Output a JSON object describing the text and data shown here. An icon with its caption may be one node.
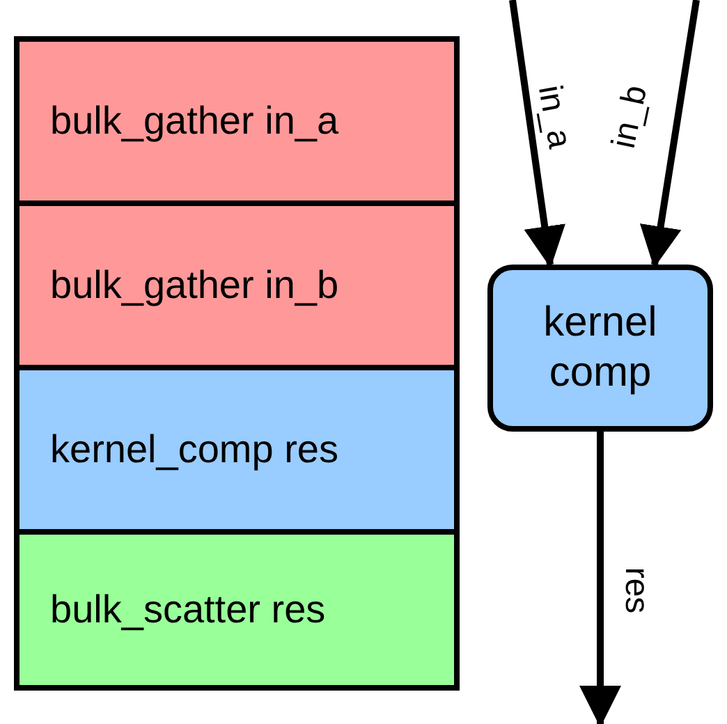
{
  "diagram": {
    "nodes": [
      {
        "text": [
          "bulk_gather in_a"
        ]
      },
      {
        "text": [
          "bulk_gather in_b"
        ]
      },
      {
        "text": [
          "kernel_comp res"
        ]
      },
      {
        "text": [
          "bulk_scatter res"
        ]
      },
      {
        "text": [
          "kernel comp"
        ]
      }
    ],
    "edges": [
      {
        "from": null,
        "to": 4,
        "arrow": "to",
        "label": "in_a"
      },
      {
        "from": null,
        "to": 4,
        "arrow": "to",
        "label": "in_b"
      },
      {
        "from": 4,
        "to": null,
        "arrow": "to",
        "label": "res"
      }
    ]
  }
}
